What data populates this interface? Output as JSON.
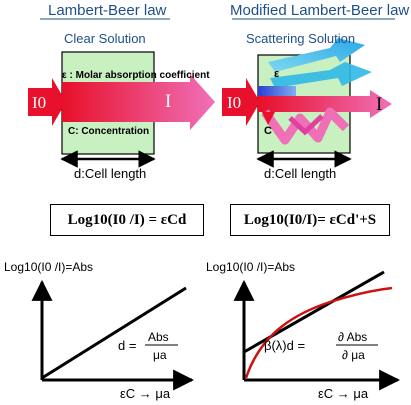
{
  "left_panel": {
    "heading": "Lambert-Beer law",
    "subheading": "Clear Solution",
    "epsilon_label": "ε : Molar absorption coefficient",
    "c_label": "C: Concentration",
    "incident_label": "I0",
    "transmitted_label": "I",
    "cell_length_label": "d:Cell length",
    "equation": "Log10(I0 /I) = εCd",
    "graph": {
      "y_label": "Log10(I0 /I)=Abs",
      "x_label": "εC → μa",
      "formula_left": "d =",
      "formula_num": "Abs",
      "formula_den": "μa"
    }
  },
  "right_panel": {
    "heading": "Modified Lambert-Beer law",
    "subheading": "Scattering Solution",
    "epsilon_label": "ε",
    "c_label": "C",
    "incident_label": "I0",
    "transmitted_label": "I",
    "cell_length_label": "d:Cell length",
    "equation": "Log10(I0/I)= εCd'+S",
    "graph": {
      "y_label": "Log10(I0 /I)=Abs",
      "x_label": "εC → μa",
      "formula_left": "β(λ)d =",
      "formula_num": "∂ Abs",
      "formula_den": "∂ μa"
    }
  },
  "colors": {
    "heading": "#1f4f8a",
    "cell_fill": "#c8f0c0",
    "incident_arrow": "#e8102a",
    "transmitted_arrow": "#f070b8",
    "scatter_arrow": "#30b8e8",
    "curve": "#cc1111"
  }
}
